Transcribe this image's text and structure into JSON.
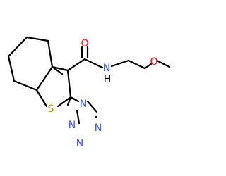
{
  "colors": {
    "bond": "#000000",
    "oxygen": "#FF0D0D",
    "nitrogen": "#3050F8",
    "sulfur": "#B8A000"
  },
  "atoms": {
    "carbonyl_oxygen": "O",
    "ether_oxygen": "O",
    "amide_nitrogen": "N",
    "amide_hydrogen": "H",
    "thiophene_sulfur": "S",
    "tetrazole_n1": "N",
    "tetrazole_n2": "N",
    "tetrazole_n3": "N",
    "tetrazole_n4": "N"
  }
}
